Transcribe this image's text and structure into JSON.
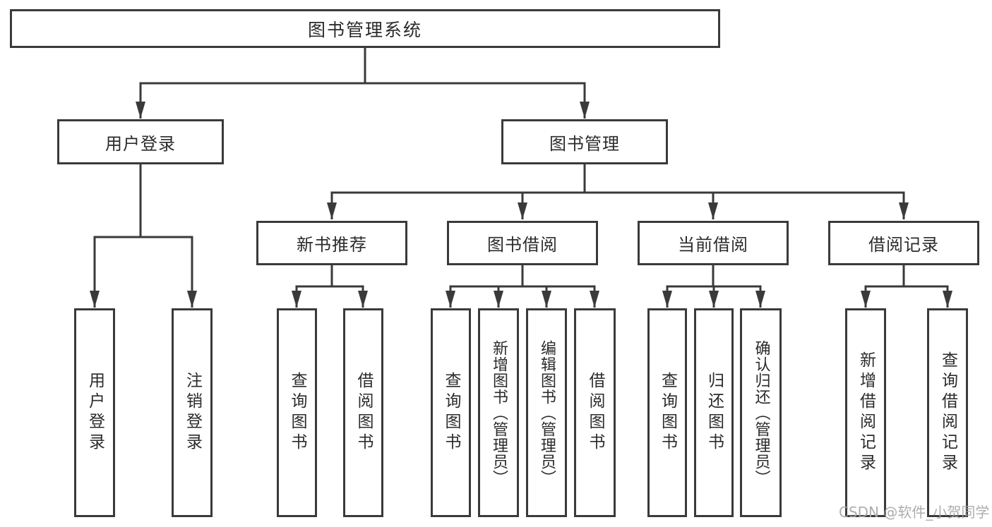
{
  "tree": {
    "label": "图书管理系统",
    "children": [
      {
        "label": "用户登录",
        "children": [
          {
            "label": "用户登录"
          },
          {
            "label": "注销登录"
          }
        ]
      },
      {
        "label": "图书管理",
        "children": [
          {
            "label": "新书推荐",
            "children": [
              {
                "label": "查询图书"
              },
              {
                "label": "借阅图书"
              }
            ]
          },
          {
            "label": "图书借阅",
            "children": [
              {
                "label": "查询图书"
              },
              {
                "label": "新增图书（管理员）"
              },
              {
                "label": "编辑图书（管理员）"
              },
              {
                "label": "借阅图书"
              }
            ]
          },
          {
            "label": "当前借阅",
            "children": [
              {
                "label": "查询图书"
              },
              {
                "label": "归还图书"
              },
              {
                "label": "确认归还（管理员）"
              }
            ]
          },
          {
            "label": "借阅记录",
            "children": [
              {
                "label": "新增借阅记录"
              },
              {
                "label": "查询借阅记录"
              }
            ]
          }
        ]
      }
    ]
  },
  "watermark": {
    "text": "CSDN @软件_小贺同学"
  },
  "colors": {
    "line": "#3a3a3a",
    "text": "#2b2b2b",
    "watermark": "#a5a5a5",
    "background": "#ffffff"
  }
}
